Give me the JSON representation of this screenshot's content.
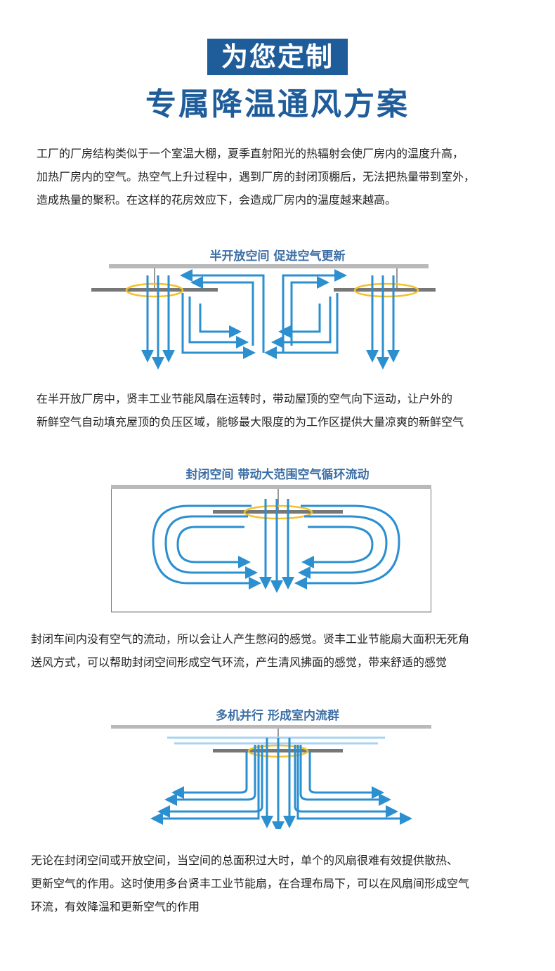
{
  "header": {
    "badge": "为您定制",
    "title": "专属降温通风方案"
  },
  "intro": {
    "lines": [
      "工厂的厂房结构类似于一个室温大棚，夏季直射阳光的热辐射会使厂房内的温度升高，",
      "加热厂房内的空气。热空气上升过程中，遇到厂房的封闭顶棚后，无法把热量带到室外，",
      "造成热量的聚积。在这样的花房效应下，会造成厂房内的温度越来越高。"
    ]
  },
  "section1": {
    "title": "半开放空间  促进空气更新",
    "lines": [
      "在半开放厂房中，贤丰工业节能风扇在运转时，带动屋顶的空气向下运动，让户外的",
      "新鲜空气自动填充屋顶的负压区域，能够最大限度的为工作区提供大量凉爽的新鲜空气"
    ]
  },
  "section2": {
    "title": "封闭空间 带动大范围空气循环流动",
    "lines": [
      "封闭车间内没有空气的流动，所以会让人产生憋闷的感觉。贤丰工业节能扇大面积无死角",
      "送风方式，可以帮助封闭空间形成空气环流，产生清风拂面的感觉，带来舒适的感觉"
    ]
  },
  "section3": {
    "title": "多机并行 形成室内流群",
    "lines": [
      "无论在封闭空间或开放空间，当空间的总面积过大时，单个的风扇很难有效提供散热、",
      "更新空气的作用。这时使用多台贤丰工业节能扇，在合理布局下，可以在风扇间形成空气",
      "环流，有效降温和更新空气的作用"
    ]
  },
  "colors": {
    "brand": "#1f5c9a",
    "accent": "#3d6fa6",
    "arrow": "#2b8fd0",
    "ring": "#f2c12e"
  }
}
